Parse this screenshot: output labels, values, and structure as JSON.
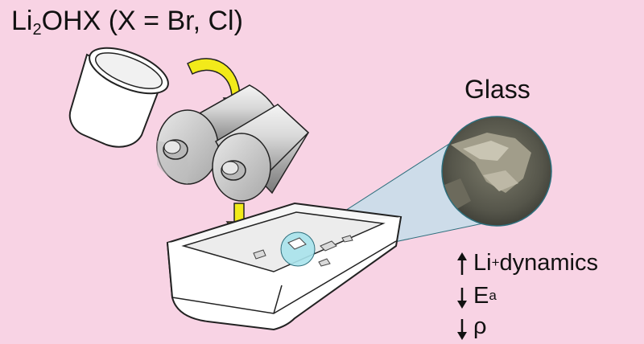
{
  "title": {
    "prefix": "Li",
    "subscript": "2",
    "suffix": "OHX (X = Br, Cl)"
  },
  "glass_label": "Glass",
  "properties": [
    {
      "direction": "up",
      "base": "Li",
      "sup": "+",
      "rest": " dynamics"
    },
    {
      "direction": "down",
      "base": "E",
      "sub": "a"
    },
    {
      "direction": "down",
      "base": "ρ"
    }
  ],
  "colors": {
    "background": "#f8d3e4",
    "arrow": "#f2ea1a",
    "highlight": "#a9e3ec",
    "outline": "#222222"
  }
}
